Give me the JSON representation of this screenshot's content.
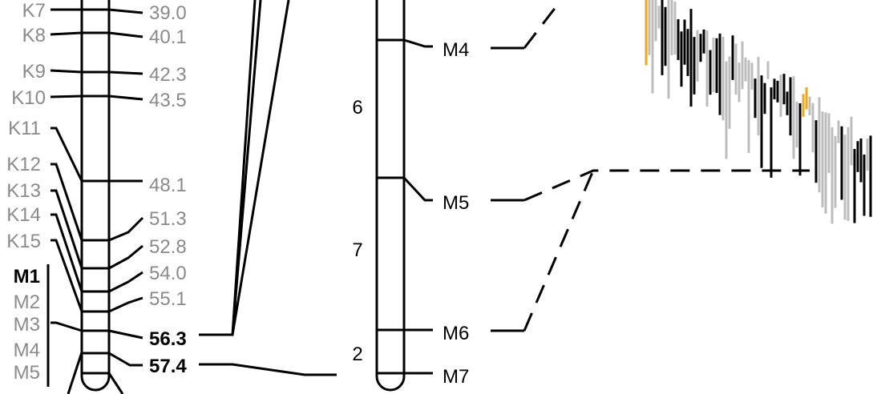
{
  "left_markers": [
    {
      "name": "K7"
    },
    {
      "name": "K8"
    },
    {
      "name": "K9"
    },
    {
      "name": "K10"
    },
    {
      "name": "K11"
    },
    {
      "name": "K12"
    },
    {
      "name": "K13"
    },
    {
      "name": "K14"
    },
    {
      "name": "K15"
    },
    {
      "name": "M1"
    },
    {
      "name": "M2"
    },
    {
      "name": "M3"
    },
    {
      "name": "M4"
    },
    {
      "name": "M5"
    }
  ],
  "left_positions": [
    {
      "value": "39.0"
    },
    {
      "value": "40.1"
    },
    {
      "value": "42.3"
    },
    {
      "value": "43.5"
    },
    {
      "value": "48.1"
    },
    {
      "value": "51.3"
    },
    {
      "value": "52.8"
    },
    {
      "value": "54.0"
    },
    {
      "value": "55.1"
    },
    {
      "value": "56.3"
    },
    {
      "value": "57.4"
    }
  ],
  "mid_scale": [
    {
      "label": "6"
    },
    {
      "label": "7"
    },
    {
      "label": "2"
    }
  ],
  "right_markers": [
    {
      "name": "M4"
    },
    {
      "name": "M5"
    },
    {
      "name": "M6"
    },
    {
      "name": "M7"
    }
  ],
  "colors": {
    "grey_text": "#8a8a8a",
    "grey_bar": "#bdbdbd",
    "highlight_bar": "#f0a818",
    "line": "#000000"
  }
}
